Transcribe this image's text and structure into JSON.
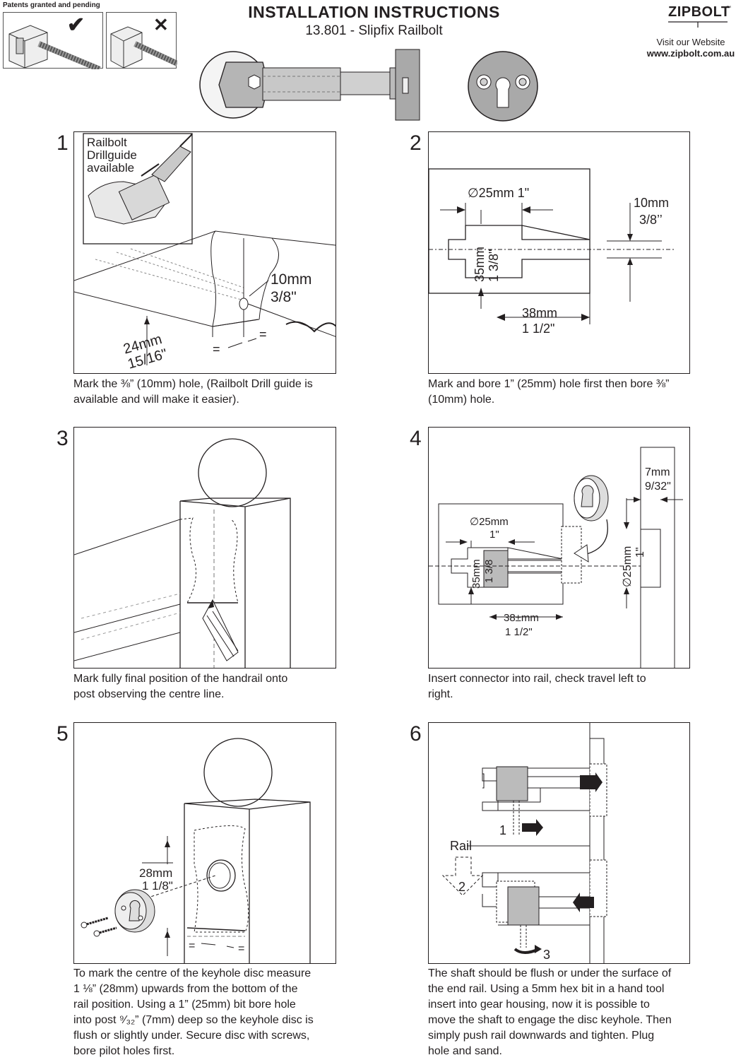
{
  "header": {
    "patents": "Patents granted and pending",
    "title": "INSTALLATION INSTRUCTIONS",
    "subtitle": "13.801 - Slipfix Railbolt",
    "logo": "ZIPBOLT",
    "logo_tm": "™",
    "visit": "Visit our Website",
    "website": "www.zipbolt.com.au",
    "check_mark": "✔",
    "cross_mark": "✕"
  },
  "steps": [
    {
      "number": "1",
      "caption": [
        "Mark the ⅜” (10mm) hole,  (Railbolt Drill guide is",
        "available and will make it easier)."
      ],
      "labels": {
        "inset_1": "Railbolt",
        "inset_2": "Drillguide",
        "inset_3": "available",
        "hole_mm": "10mm",
        "hole_in": "3/8\"",
        "depth_mm": "24mm",
        "depth_in": "15/16\"",
        "equal_a": "=",
        "equal_b": "="
      }
    },
    {
      "number": "2",
      "caption": [
        "Mark and bore 1” (25mm) hole first then bore ⅜”",
        "(10mm) hole."
      ],
      "labels": {
        "bore": "∅25mm 1\"",
        "height_mm": "35mm",
        "height_in": "1 3/8\"",
        "len_mm": "38mm",
        "len_in": "1 1/2\"",
        "side_mm": "10mm",
        "side_in": "3/8’’"
      }
    },
    {
      "number": "3",
      "caption": [
        "Mark fully final position of the handrail onto",
        "post observing the centre line."
      ]
    },
    {
      "number": "4",
      "caption": [
        "Insert connector into rail, check travel left to",
        "right."
      ],
      "labels": {
        "bore_mm": "∅25mm",
        "bore_in": "1\"",
        "h_mm": "35mm",
        "h_in": "1 3/8",
        "len": "38±mm",
        "len_in": "1 1/2\"",
        "depth_mm": "7mm",
        "depth_in": "9/32\"",
        "disc_mm": "∅25mm",
        "disc_in": "1\""
      }
    },
    {
      "number": "5",
      "caption": [
        "To mark the centre of the keyhole disc measure",
        "1 ⅛” (28mm) upwards from the bottom of the",
        "rail position. Using a 1” (25mm) bit bore hole",
        "into post ⁹⁄₃₂” (7mm) deep so the keyhole disc is",
        "flush or slightly under. Secure disc with screws,",
        "bore pilot holes first."
      ],
      "labels": {
        "up_mm": "28mm",
        "up_in": "1 1/8\"",
        "equal_a": "=",
        "equal_b": "="
      }
    },
    {
      "number": "6",
      "caption": [
        "The shaft should be flush or under the surface of",
        "the end rail. Using a 5mm hex bit in a hand tool",
        "insert into gear housing, now it is possible to",
        "move the shaft to engage the disc keyhole. Then",
        "simply push rail downwards and tighten. Plug",
        "hole and sand."
      ],
      "labels": {
        "rail": "Rail",
        "step_1": "1",
        "step_2": "2",
        "step_3": "3"
      }
    }
  ]
}
